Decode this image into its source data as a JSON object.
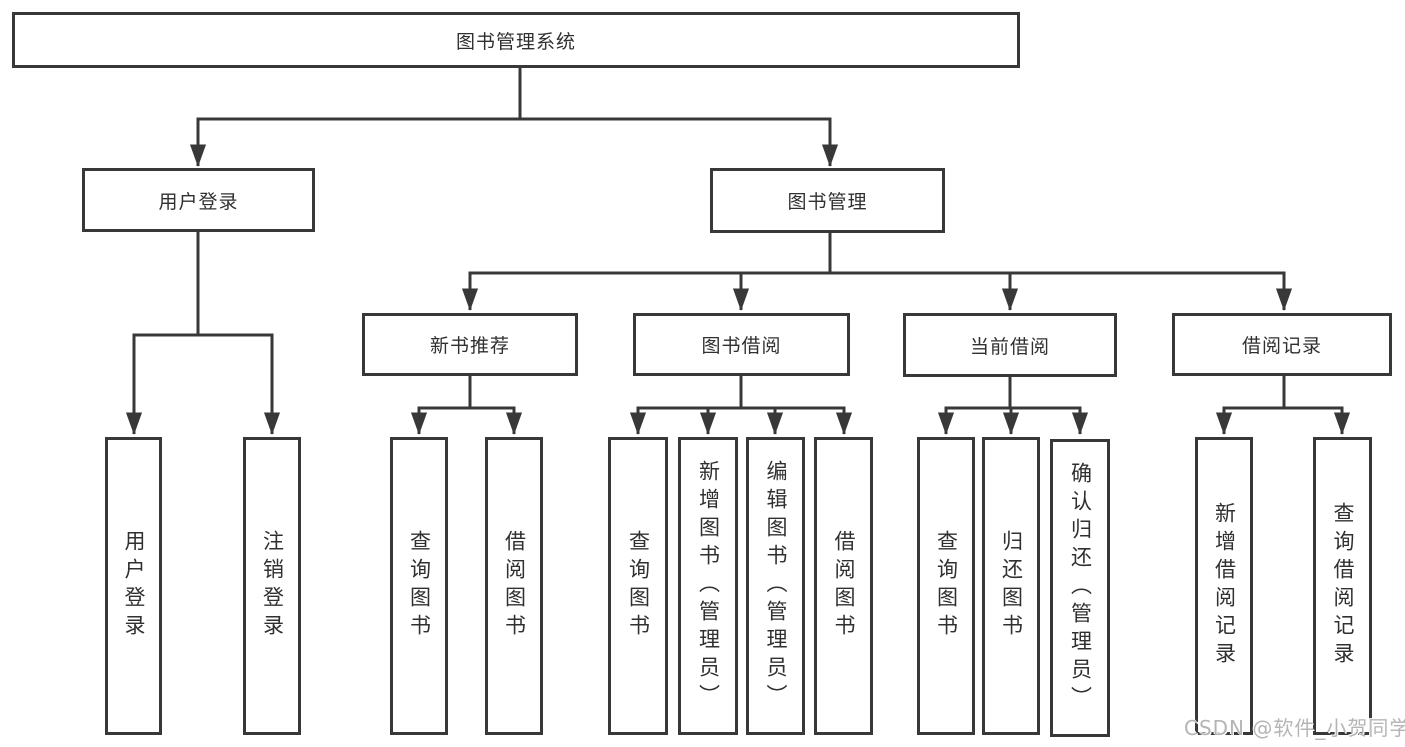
{
  "diagram": {
    "root": {
      "label": "图书管理系统"
    },
    "branches": [
      {
        "label": "用户登录",
        "children": [
          {
            "label": "用户登录"
          },
          {
            "label": "注销登录"
          }
        ]
      },
      {
        "label": "图书管理",
        "children": [
          {
            "label": "新书推荐",
            "children": [
              {
                "label": "查询图书"
              },
              {
                "label": "借阅图书"
              }
            ]
          },
          {
            "label": "图书借阅",
            "children": [
              {
                "label": "查询图书"
              },
              {
                "label": "新增图书（管理员）"
              },
              {
                "label": "编辑图书（管理员）"
              },
              {
                "label": "借阅图书"
              }
            ]
          },
          {
            "label": "当前借阅",
            "children": [
              {
                "label": "查询图书"
              },
              {
                "label": "归还图书"
              },
              {
                "label": "确认归还（管理员）"
              }
            ]
          },
          {
            "label": "借阅记录",
            "children": [
              {
                "label": "新增借阅记录"
              },
              {
                "label": "查询借阅记录"
              }
            ]
          }
        ]
      }
    ]
  },
  "watermark": {
    "text": "CSDN @软件_小贺同学"
  },
  "colors": {
    "line": "#383838",
    "box_border": "#383838",
    "text": "#303030",
    "watermark": "#b5b5b5",
    "background": "#ffffff"
  }
}
